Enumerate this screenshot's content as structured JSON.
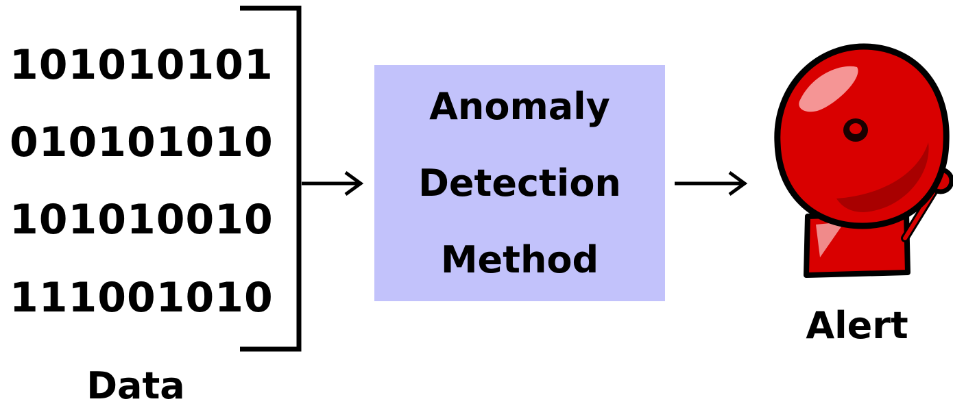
{
  "data_block": {
    "lines": [
      "101010101",
      "010101010",
      "101010010",
      "111001010"
    ],
    "label": "Data"
  },
  "method": {
    "lines": [
      "Anomaly",
      "Detection",
      "Method"
    ],
    "fill_color": "#c2c2fb"
  },
  "alert": {
    "label": "Alert",
    "icon": "alarm-bell-icon",
    "bell_color": "#d90000"
  }
}
